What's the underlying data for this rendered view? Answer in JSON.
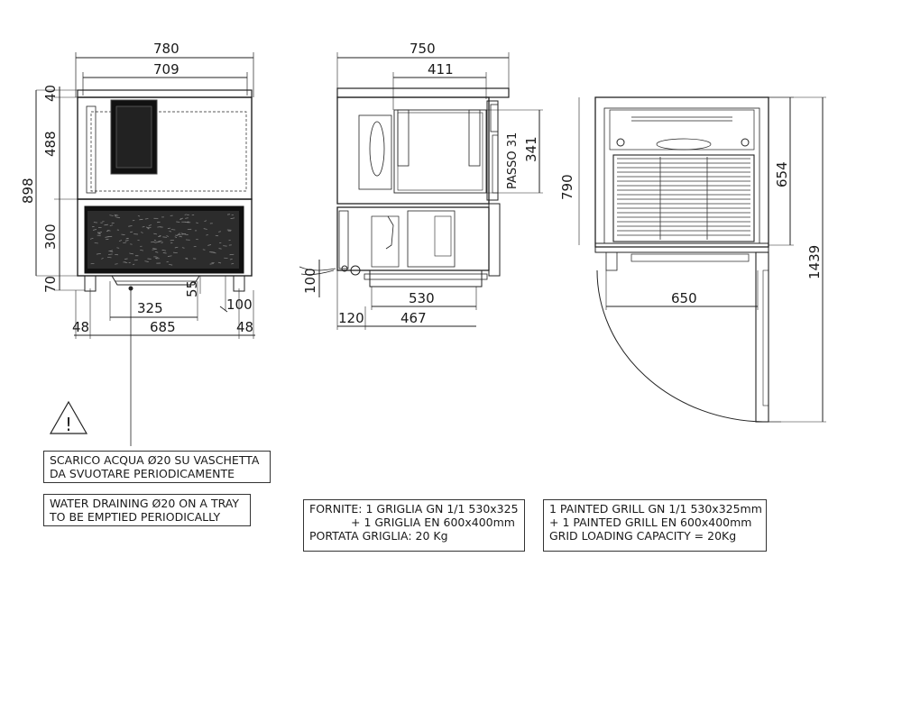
{
  "front_view": {
    "width_overall": "780",
    "width_inner": "709",
    "height_total": "898",
    "h_top": "40",
    "h_upper": "488",
    "h_lower": "300",
    "h_feet": "70",
    "tray_width": "325",
    "tray_drop": "55",
    "foot_side": "100",
    "base_left": "48",
    "base_mid": "685",
    "base_right": "48"
  },
  "side_view": {
    "depth_overall": "750",
    "depth_cavity": "411",
    "passo_label": "PASSO 31",
    "cavity_height": "341",
    "drain_height": "100",
    "tray_depth": "530",
    "offset": "120",
    "tray_inner": "467"
  },
  "top_view": {
    "height_open": "790",
    "height_inner": "654",
    "height_total": "1439",
    "door_swing": "650"
  },
  "warning_symbol": "!",
  "notes": {
    "drain_it": [
      "SCARICO ACQUA Ø20 SU VASCHETTA",
      "DA SVUOTARE PERIODICAMENTE"
    ],
    "drain_en": [
      "WATER DRAINING Ø20 ON A TRAY",
      "TO BE EMPTIED PERIODICALLY"
    ],
    "supply_it": [
      "FORNITE: 1 GRIGLIA GN 1/1 530x325",
      "+ 1 GRIGLIA EN 600x400mm",
      "PORTATA GRIGLIA: 20 Kg"
    ],
    "supply_en": [
      "1  PAINTED GRILL GN 1/1 530x325mm",
      "+ 1 PAINTED GRILL EN 600x400mm",
      "GRID LOADING CAPACITY = 20Kg"
    ]
  }
}
